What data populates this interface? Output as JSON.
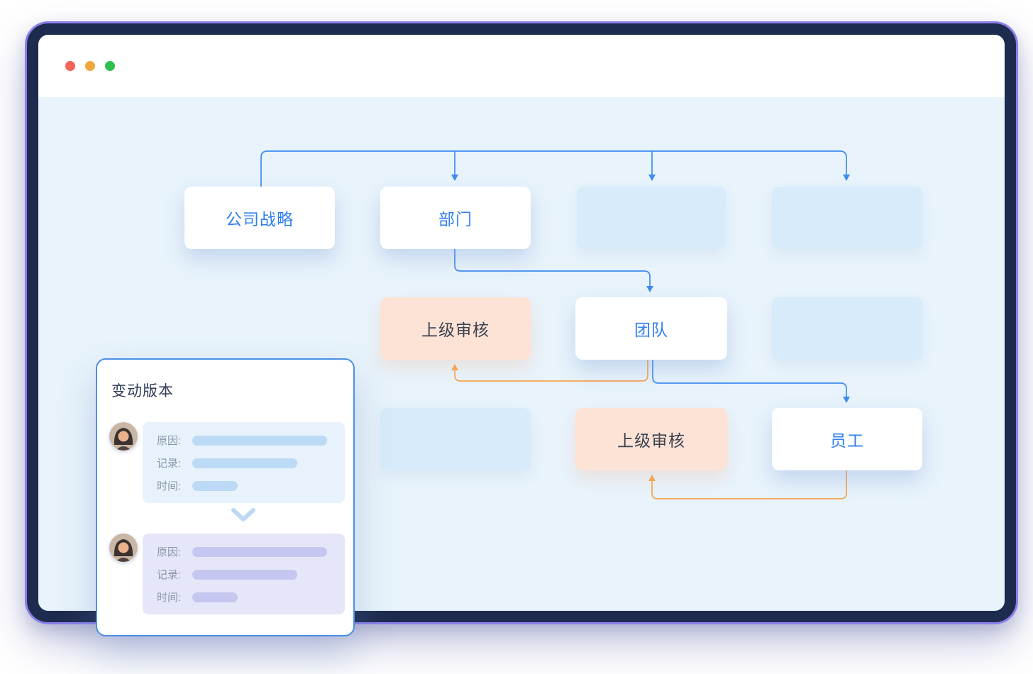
{
  "window": {
    "controls": [
      "close",
      "minimize",
      "zoom"
    ]
  },
  "flowchart": {
    "nodes": {
      "strategy": "公司战略",
      "department": "部门",
      "review_upper_1": "上级审核",
      "team": "团队",
      "review_upper_2": "上级审核",
      "employee": "员工"
    }
  },
  "card": {
    "title": "变动版本",
    "row_labels": [
      "原因:",
      "记录:",
      "时间:"
    ]
  },
  "colors": {
    "frame_border": "#1d2b4e",
    "frame_glow": "#8a7fe9",
    "body_background": "#e8f3fb",
    "node_text_blue": "#2f7ff2",
    "node_peach": "#fde3d6",
    "node_placeholder": "#d7ebfa",
    "connector_blue": "#3e8bf0",
    "connector_orange": "#f5a44c",
    "card_border": "#4a90e2"
  }
}
